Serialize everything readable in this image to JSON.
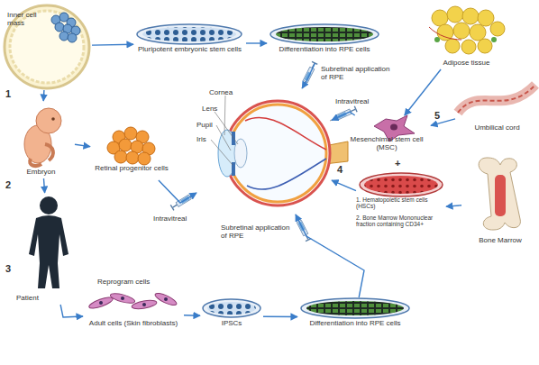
{
  "diagram": {
    "nodes": [
      {
        "text": [
          "Inner cell mass"
        ]
      },
      {
        "text": [
          "Pluripotent embryonic stem cells"
        ]
      },
      {
        "text": [
          "Differentiation into RPE cells"
        ]
      },
      {
        "text": [
          "Adipose tissue"
        ]
      },
      {
        "text": [
          "Umbilical cord"
        ]
      },
      {
        "text": [
          "Mesenchimal stem cell (MSC)"
        ]
      },
      {
        "text": [
          "Cornea",
          "Lens",
          "Pupil",
          "Iris"
        ]
      },
      {
        "text": [
          "Embryon"
        ]
      },
      {
        "text": [
          "Retinal progenitor cells"
        ]
      },
      {
        "text": [
          "1. Hematopoietic stem cells (HSCs)",
          "2. Bone Marrow Mononuclear fraction containing CD34+"
        ]
      },
      {
        "text": [
          "Bone Marrow"
        ]
      },
      {
        "text": [
          "Patient"
        ]
      },
      {
        "text": [
          "Adult cells (Skin fibroblasts)"
        ]
      },
      {
        "text": [
          "IPSCs"
        ]
      },
      {
        "text": [
          "Differentiation into RPE cells"
        ]
      }
    ],
    "edges": [
      {
        "from": 0,
        "to": 1,
        "arrow": "to"
      },
      {
        "from": 1,
        "to": 2,
        "arrow": "to"
      },
      {
        "from": 2,
        "to": 6,
        "label": "Subretinal application of RPE",
        "arrow": "to"
      },
      {
        "from": 0,
        "to": 7,
        "arrow": "to"
      },
      {
        "from": 7,
        "to": 8,
        "arrow": "to"
      },
      {
        "from": 8,
        "to": 6,
        "label": "Intravitreal",
        "arrow": "to"
      },
      {
        "from": 7,
        "to": 11,
        "arrow": "to"
      },
      {
        "from": 11,
        "to": 12,
        "arrow": "to"
      },
      {
        "from": 12,
        "to": 13,
        "arrow": "to"
      },
      {
        "from": 13,
        "to": 14,
        "arrow": "to"
      },
      {
        "from": 14,
        "to": 6,
        "label": "Subretinal application of RPE",
        "arrow": "to"
      },
      {
        "from": 3,
        "to": 5,
        "arrow": "to"
      },
      {
        "from": 4,
        "to": 5,
        "arrow": "to"
      },
      {
        "from": 5,
        "to": 6,
        "label": "Intravitreal",
        "arrow": "to"
      },
      {
        "from": 10,
        "to": 9,
        "arrow": "to"
      },
      {
        "from": 9,
        "to": 6,
        "arrow": "to"
      }
    ],
    "labels": [
      "1",
      "2",
      "3",
      "4",
      "5",
      "+",
      "Reprogram cells"
    ]
  }
}
